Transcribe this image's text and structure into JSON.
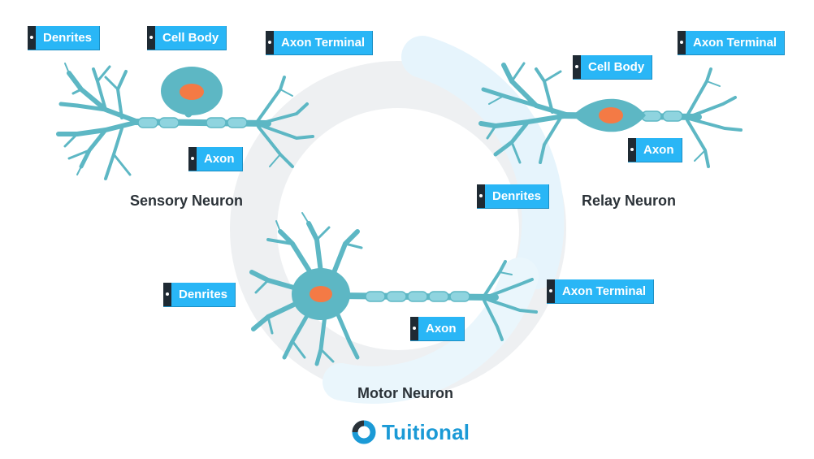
{
  "colors": {
    "neuron": "#5db7c4",
    "nucleus": "#f47a45",
    "label_bg": "#29b6f6",
    "label_pin": "#1f2a33",
    "title_text": "#2b3238",
    "brand": "#1b9ad6"
  },
  "sensory": {
    "title": "Sensory Neuron",
    "labels": {
      "dendrites": "Denrites",
      "cell_body": "Cell Body",
      "axon_terminal": "Axon Terminal",
      "axon": "Axon"
    }
  },
  "relay": {
    "title": "Relay Neuron",
    "labels": {
      "cell_body": "Cell Body",
      "axon_terminal": "Axon Terminal",
      "axon": "Axon",
      "dendrites": "Denrites"
    }
  },
  "motor": {
    "title": "Motor Neuron",
    "labels": {
      "dendrites": "Denrites",
      "axon_terminal": "Axon Terminal",
      "axon": "Axon"
    }
  },
  "brand": {
    "name": "Tuitional",
    "logo_icon": "ring-logo-icon"
  }
}
